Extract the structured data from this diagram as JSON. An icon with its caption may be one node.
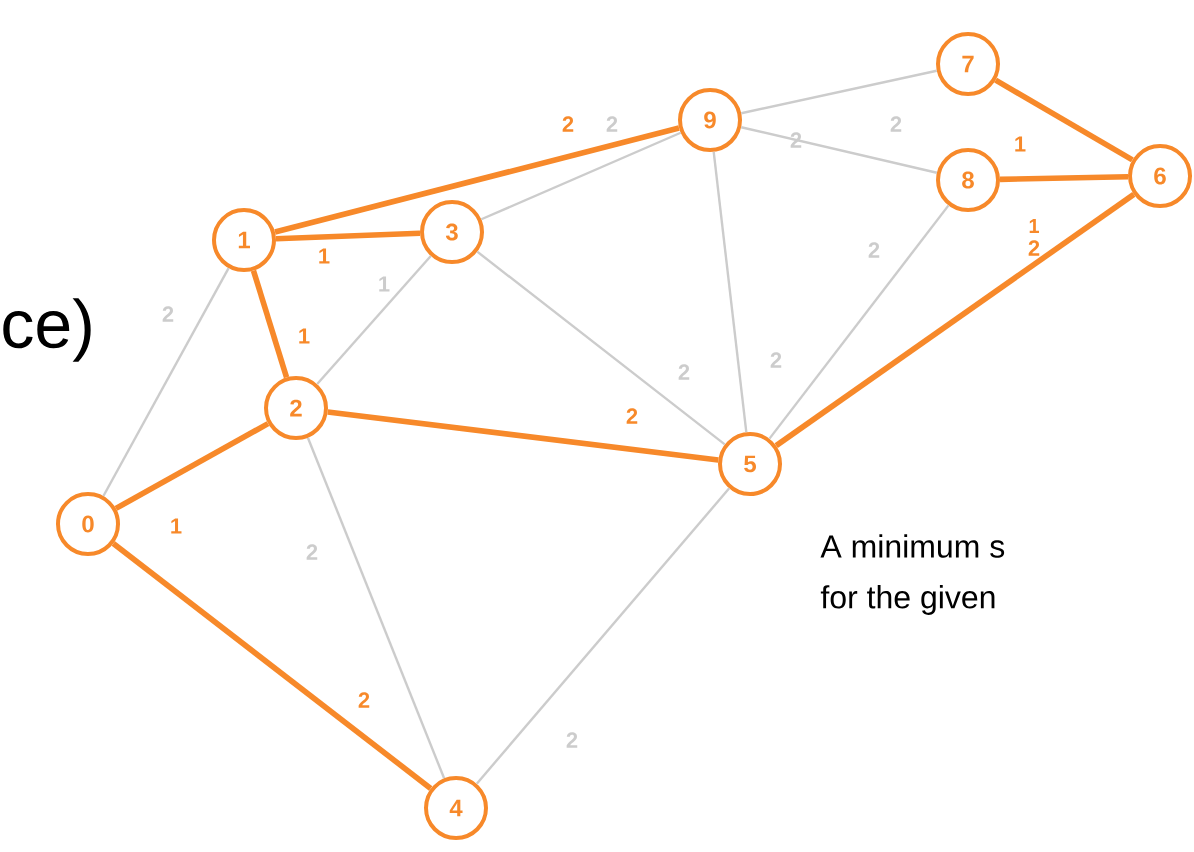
{
  "diagram": {
    "nodes": [
      {
        "text": [
          "0"
        ]
      },
      {
        "text": [
          "1"
        ]
      },
      {
        "text": [
          "2"
        ]
      },
      {
        "text": [
          "3"
        ]
      },
      {
        "text": [
          "4"
        ]
      },
      {
        "text": [
          "5"
        ]
      },
      {
        "text": [
          "6"
        ]
      },
      {
        "text": [
          "7"
        ]
      },
      {
        "text": [
          "8"
        ]
      },
      {
        "text": [
          "9"
        ]
      }
    ],
    "edges": [
      {
        "from": 1,
        "to": 3,
        "arrow": "none",
        "label": "1",
        "style": "thick",
        "color": "#f7892a"
      },
      {
        "from": 1,
        "to": 9,
        "arrow": "none",
        "label": "2",
        "style": "thick",
        "color": "#f7892a"
      },
      {
        "from": 3,
        "to": 9,
        "arrow": "none",
        "label": "2"
      },
      {
        "from": 1,
        "to": 2,
        "arrow": "none",
        "label": "1",
        "style": "thick",
        "color": "#f7892a"
      },
      {
        "from": 2,
        "to": 3,
        "arrow": "none",
        "label": "1"
      },
      {
        "from": 0,
        "to": 1,
        "arrow": "none",
        "label": "2"
      },
      {
        "from": 0,
        "to": 2,
        "arrow": "none",
        "label": "1",
        "style": "thick",
        "color": "#f7892a"
      },
      {
        "from": 0,
        "to": 4,
        "arrow": "none",
        "label": "2",
        "style": "thick",
        "color": "#f7892a"
      },
      {
        "from": 2,
        "to": 4,
        "arrow": "none",
        "label": "2"
      },
      {
        "from": 2,
        "to": 5,
        "arrow": "none",
        "label": "2",
        "style": "thick",
        "color": "#f7892a"
      },
      {
        "from": 3,
        "to": 5,
        "arrow": "none",
        "label": "2"
      },
      {
        "from": 9,
        "to": 5,
        "arrow": "none",
        "label": "2"
      },
      {
        "from": 8,
        "to": 5,
        "arrow": "none",
        "label": "2"
      },
      {
        "from": 4,
        "to": 5,
        "arrow": "none",
        "label": "2"
      },
      {
        "from": 9,
        "to": 7,
        "arrow": "none",
        "label": "2"
      },
      {
        "from": 9,
        "to": 8,
        "arrow": "none",
        "label": "2"
      },
      {
        "from": 7,
        "to": 6,
        "arrow": "none",
        "style": "thick",
        "color": "#f7892a"
      },
      {
        "from": 8,
        "to": 6,
        "arrow": "none",
        "label": "1",
        "style": "thick",
        "color": "#f7892a"
      },
      {
        "from": 5,
        "to": 6,
        "arrow": "none",
        "label": "2",
        "style": "thick",
        "color": "#f7892a"
      }
    ],
    "labels": [
      "1",
      "ce)",
      "A minimum s",
      "for the given"
    ]
  }
}
